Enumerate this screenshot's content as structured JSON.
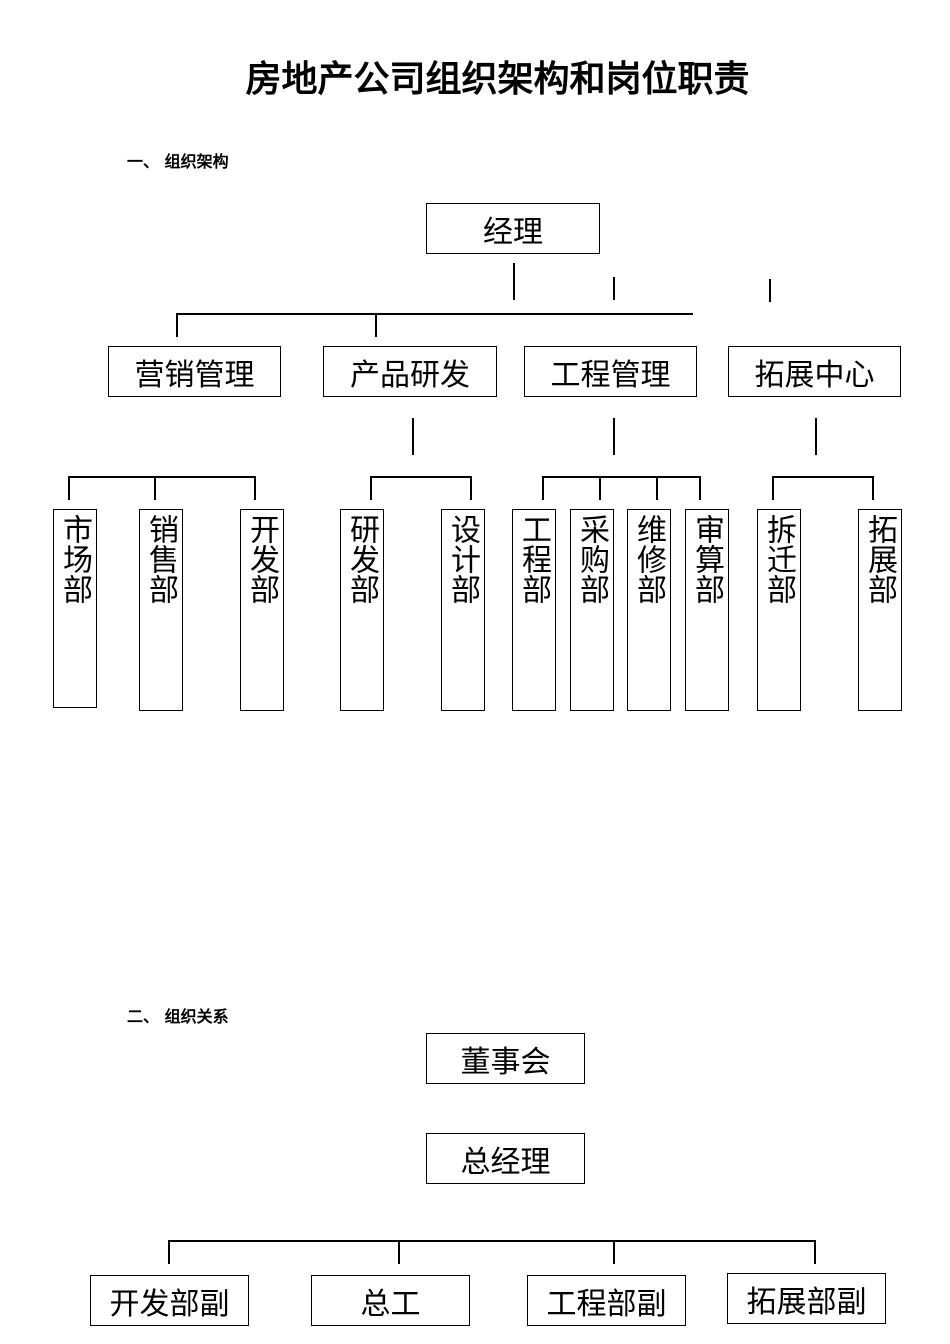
{
  "title": "房地产公司组织架构和岗位职责",
  "section1": {
    "heading": "一、 组织架构",
    "top": "经理",
    "level2": [
      "营销管理",
      "产品研发",
      "工程管理",
      "拓展中心"
    ],
    "level3": [
      "市场部",
      "销售部",
      "开发部",
      "研发部",
      "设计部",
      "工程部",
      "采购部",
      "维修部",
      "审算部",
      "拆迁部",
      "拓展部"
    ]
  },
  "section2": {
    "heading": "二、 组织关系",
    "board": "董事会",
    "gm": "总经理",
    "level2": [
      "开发部副",
      "总工",
      "工程部副",
      "拓展部副"
    ]
  }
}
